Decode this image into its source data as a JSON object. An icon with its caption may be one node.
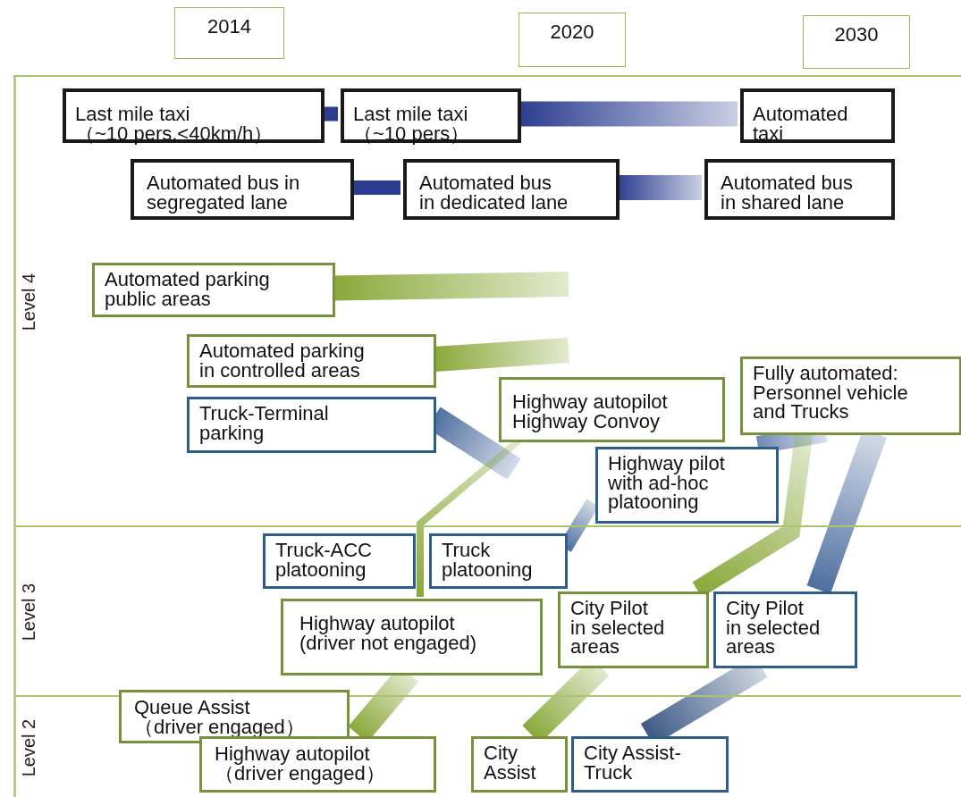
{
  "diagram": {
    "nodes": [
      {
        "text": [
          "2014"
        ]
      },
      {
        "text": [
          "2020"
        ]
      },
      {
        "text": [
          "2030"
        ]
      },
      {
        "text": [
          "Level 4"
        ]
      },
      {
        "text": [
          "Level 3"
        ]
      },
      {
        "text": [
          "Level 2"
        ]
      },
      {
        "text": [
          "Last mile taxi （~10 pers,<40km/h）"
        ],
        "in": 3
      },
      {
        "text": [
          "Last mile taxi （~10 pers）"
        ],
        "in": 3
      },
      {
        "text": [
          "Automated taxi"
        ],
        "in": 3
      },
      {
        "text": [
          "Automated bus in segregated lane"
        ],
        "in": 3
      },
      {
        "text": [
          "Automated bus in dedicated lane"
        ],
        "in": 3
      },
      {
        "text": [
          "Automated bus in shared lane"
        ],
        "in": 3
      },
      {
        "text": [
          "Automated parking public areas"
        ],
        "in": 3
      },
      {
        "text": [
          "Automated parking in controlled areas"
        ],
        "in": 3
      },
      {
        "text": [
          "Truck-Terminal parking"
        ],
        "in": 3
      },
      {
        "text": [
          "Highway autopilot Highway Convoy"
        ],
        "in": 3
      },
      {
        "text": [
          "Fully automated: Personnel vehicle and Trucks"
        ],
        "in": 3
      },
      {
        "text": [
          "Highway pilot with ad-hoc platooning"
        ],
        "in": 3
      },
      {
        "text": [
          "Truck-ACC platooning"
        ],
        "in": 4
      },
      {
        "text": [
          "Truck platooning"
        ],
        "in": 4
      },
      {
        "text": [
          "Highway autopilot (driver not engaged)"
        ],
        "in": 4
      },
      {
        "text": [
          "City Pilot in selected areas"
        ],
        "in": 4
      },
      {
        "text": [
          "City Pilot in selected areas"
        ],
        "in": 4
      },
      {
        "text": [
          "Queue Assist （driver engaged）"
        ],
        "in": 5
      },
      {
        "text": [
          "Highway autopilot （driver engaged）"
        ],
        "in": 5
      },
      {
        "text": [
          "City Assist"
        ],
        "in": 5
      },
      {
        "text": [
          "City Assist-Truck"
        ],
        "in": 5
      }
    ],
    "edges": [
      {
        "from": 6,
        "to": 7,
        "arrow": "none",
        "color": "#2b3d8f"
      },
      {
        "from": 7,
        "to": 8,
        "arrow": "none",
        "style": "thick",
        "color": "#2b3d8f"
      },
      {
        "from": 9,
        "to": 10,
        "arrow": "none",
        "color": "#2b3d8f"
      },
      {
        "from": 10,
        "to": 11,
        "arrow": "none",
        "style": "thick",
        "color": "#2b3d8f"
      },
      {
        "from": 12,
        "to": null,
        "arrow": "none",
        "style": "thick",
        "color": "#8aa83a"
      },
      {
        "from": 13,
        "to": null,
        "arrow": "none",
        "style": "thick",
        "color": "#8aa83a"
      },
      {
        "from": 14,
        "to": null,
        "arrow": "none",
        "style": "thick",
        "color": "#4f6f9f"
      },
      {
        "from": 24,
        "to": 20,
        "arrow": "none",
        "style": "thick",
        "color": "#8aa83a"
      },
      {
        "from": 20,
        "to": 15,
        "arrow": "none",
        "style": "thick",
        "color": "#8aa83a"
      },
      {
        "from": 19,
        "to": 17,
        "arrow": "none",
        "style": "thick",
        "color": "#4f6f9f"
      },
      {
        "from": 17,
        "to": 16,
        "arrow": "none",
        "style": "thick",
        "color": "#6f88b5"
      },
      {
        "from": 25,
        "to": 21,
        "arrow": "none",
        "style": "thick",
        "color": "#8aa83a"
      },
      {
        "from": 21,
        "to": 16,
        "arrow": "none",
        "style": "thick",
        "color": "#8aa83a"
      },
      {
        "from": 26,
        "to": 22,
        "arrow": "none",
        "style": "thick",
        "color": "#3d5a85"
      },
      {
        "from": 22,
        "to": 16,
        "arrow": "none",
        "style": "thick",
        "color": "#4f6f9f"
      }
    ]
  }
}
